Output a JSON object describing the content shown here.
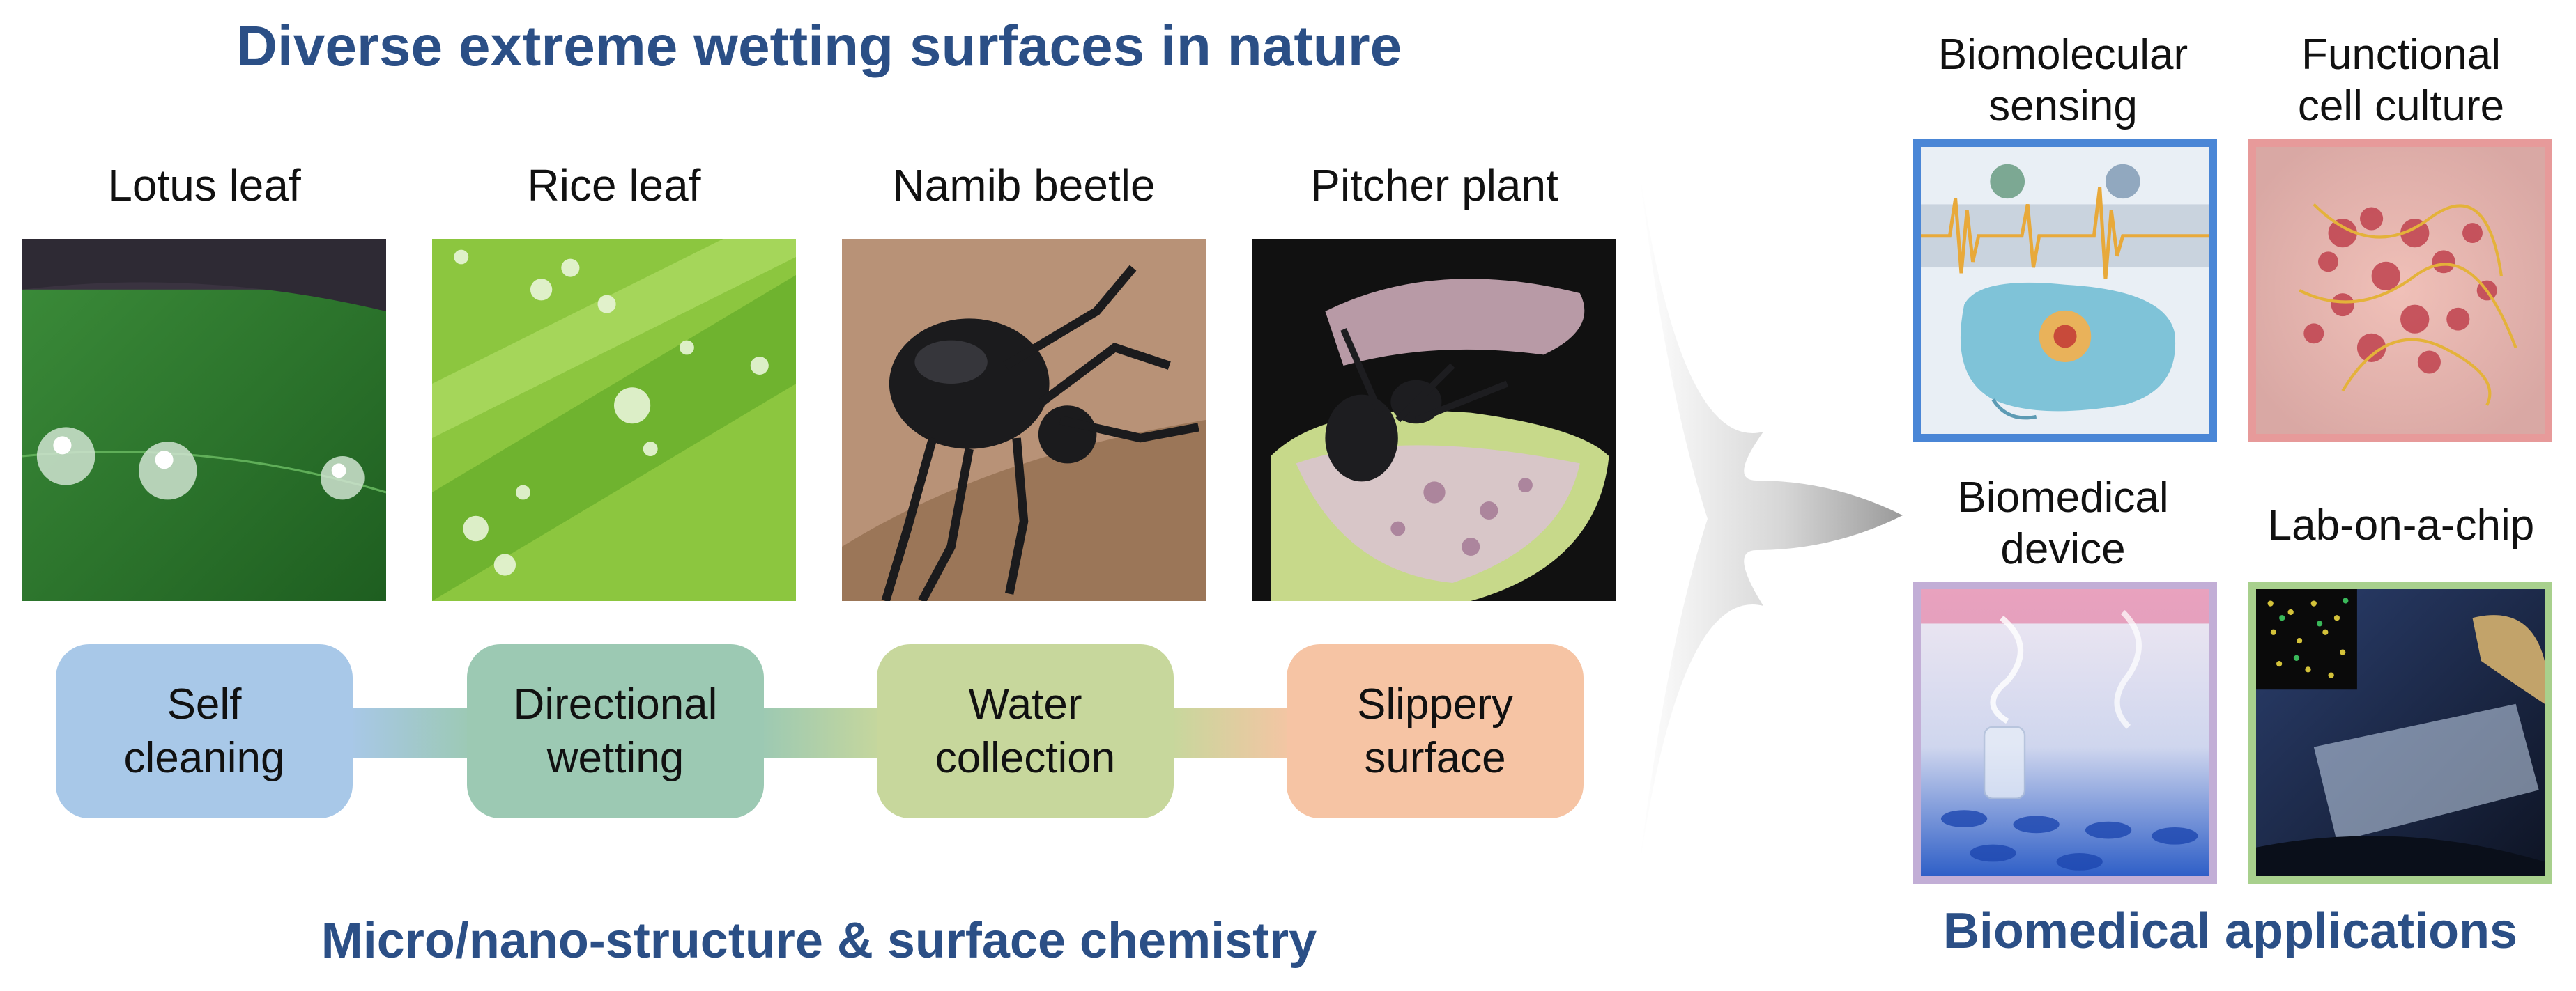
{
  "header": {
    "title": "Diverse extreme wetting surfaces in nature"
  },
  "examples": [
    {
      "label": "Lotus leaf",
      "property": "Self cleaning"
    },
    {
      "label": "Rice leaf",
      "property": "Directional wetting"
    },
    {
      "label": "Namib beetle",
      "property": "Water collection"
    },
    {
      "label": "Pitcher plant",
      "property": "Slippery surface"
    }
  ],
  "properties": {
    "p1_line1": "Self",
    "p1_line2": "cleaning",
    "p2_line1": "Directional",
    "p2_line2": "wetting",
    "p3_line1": "Water",
    "p3_line2": "collection",
    "p4_line1": "Slippery",
    "p4_line2": "surface"
  },
  "footer": {
    "left_caption": "Micro/nano-structure & surface chemistry",
    "right_caption": "Biomedical applications"
  },
  "applications": {
    "a1_line1": "Biomolecular",
    "a1_line2": "sensing",
    "a2_line1": "Functional",
    "a2_line2": "cell culture",
    "a3_line1": "Biomedical",
    "a3_line2": "device",
    "a4_line1": "Lab-on-a-chip"
  },
  "colors": {
    "title": "#2b4f86",
    "self_cleaning": "#a8c8e8",
    "directional_wetting": "#9cc9b3",
    "water_collection": "#c7d79c",
    "slippery_surface": "#f6c4a4",
    "sensing_frame": "#4a86d6",
    "cell_culture_frame": "#e79a9a",
    "device_frame": "#c2aed6",
    "lab_chip_frame": "#a8d08d"
  },
  "icons": [
    "arrow-chevron-icon"
  ]
}
